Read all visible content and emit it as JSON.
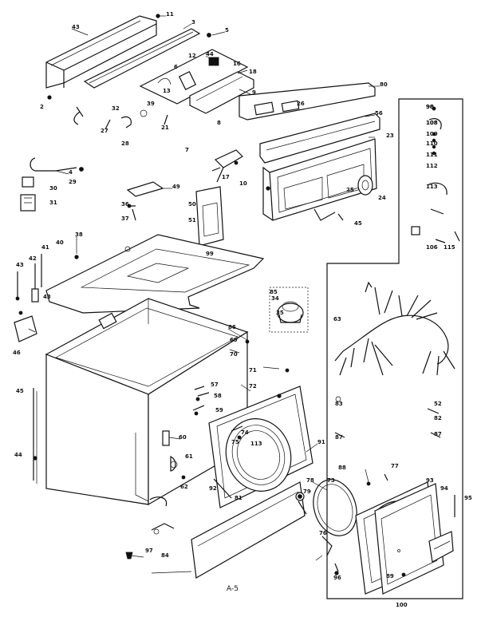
{
  "diagram": {
    "footer_label": "A-5",
    "part_callouts": [
      "43",
      "11",
      "3",
      "5",
      "2",
      "12",
      "44",
      "16",
      "6",
      "13",
      "18",
      "9",
      "80",
      "26",
      "8",
      "27",
      "32",
      "39",
      "21",
      "28",
      "56",
      "7",
      "17",
      "23",
      "4",
      "29",
      "30",
      "31",
      "10",
      "25",
      "24",
      "45",
      "49",
      "36",
      "37",
      "50",
      "51",
      "38",
      "99",
      "40",
      "42",
      "41",
      "43",
      "43",
      "46",
      "45",
      "44",
      "85",
      "34",
      "35",
      "86",
      "69",
      "70",
      "71",
      "72",
      "57",
      "58",
      "59",
      "74",
      "75",
      "60",
      "61",
      "62",
      "91",
      "78",
      "77",
      "93",
      "94",
      "95",
      "79",
      "63",
      "84",
      "87",
      "88",
      "89",
      "90",
      "108",
      "109",
      "110",
      "111",
      "112",
      "113",
      "106",
      "115",
      "83",
      "52",
      "82",
      "87",
      "113",
      "73",
      "76",
      "81",
      "92",
      "96",
      "97",
      "98",
      "108",
      "100"
    ]
  }
}
